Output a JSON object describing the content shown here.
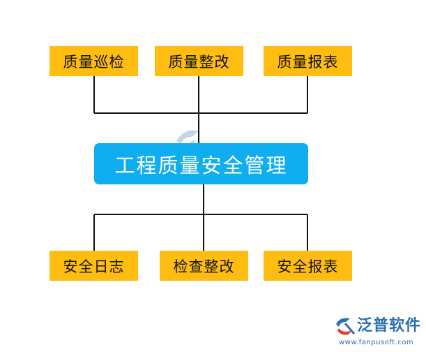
{
  "diagram": {
    "center": {
      "label": "工程质量安全管理"
    },
    "top_nodes": [
      {
        "label": "质量巡检"
      },
      {
        "label": "质量整改"
      },
      {
        "label": "质量报表"
      }
    ],
    "bottom_nodes": [
      {
        "label": "安全日志"
      },
      {
        "label": "检查整改"
      },
      {
        "label": "安全报表"
      }
    ]
  },
  "brand": {
    "name": "泛普软件",
    "url": "www.fanpusoft.com"
  },
  "colors": {
    "leaf_fill": "#ffbd12",
    "center_fill": "#10aef0",
    "center_text": "#ffffff",
    "connector": "#111111",
    "brand": "#2a6fb0"
  },
  "icons": {
    "brand_logo": "fanpu-logo-icon",
    "watermark": "fanpu-watermark"
  }
}
